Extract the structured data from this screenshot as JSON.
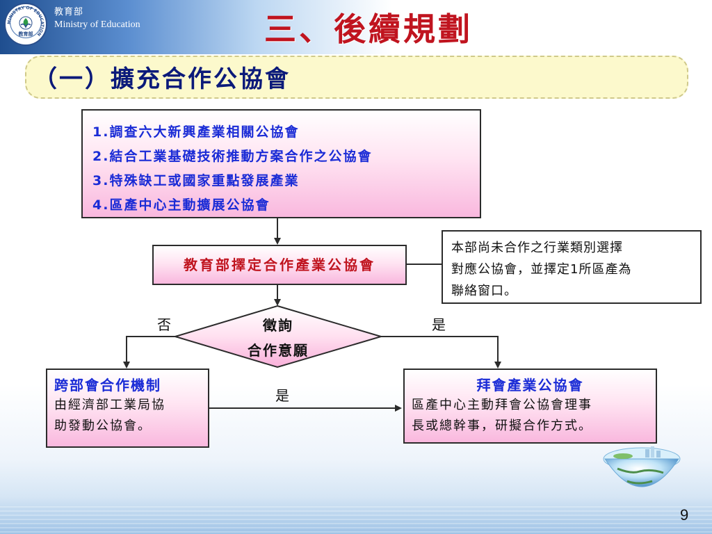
{
  "header": {
    "org_zh": "教育部",
    "org_en": "Ministry of Education",
    "logo_ring_text": "MINISTRY OF EDUCATION",
    "logo_inner_text": "教育部"
  },
  "title": "三、後續規劃",
  "section": "（一）擴充合作公協會",
  "diagram": {
    "list_items": [
      "1.調查六大新興產業相關公協會",
      "2.結合工業基礎技術推動方案合作之公協會",
      "3.特殊缺工或國家重點發展產業",
      "4.區產中心主動擴展公協會"
    ],
    "select_box": "教育部擇定合作產業公協會",
    "note": {
      "line1": "本部尚未合作之行業類別選擇",
      "line2": "對應公協會，並擇定1所區產為",
      "line3": "聯絡窗口。"
    },
    "decision": {
      "line1": "徵詢",
      "line2": "合作意願"
    },
    "label_no": "否",
    "label_yes_right": "是",
    "label_yes_bottom": "是",
    "left_box": {
      "title": "跨部會合作機制",
      "line1": "由經濟部工業局協",
      "line2": "助發動公協會。"
    },
    "right_box": {
      "title": "拜會產業公協會",
      "line1": "區產中心主動拜會公協會理事",
      "line2": "長或總幹事，研擬合作方式。"
    }
  },
  "page_number": "9",
  "colors": {
    "title_red": "#c0141f",
    "section_navy": "#0b1a7a",
    "list_blue": "#1a2bd6",
    "box_pink": "#f9b8de",
    "band_yellow": "#fcf9cc"
  }
}
